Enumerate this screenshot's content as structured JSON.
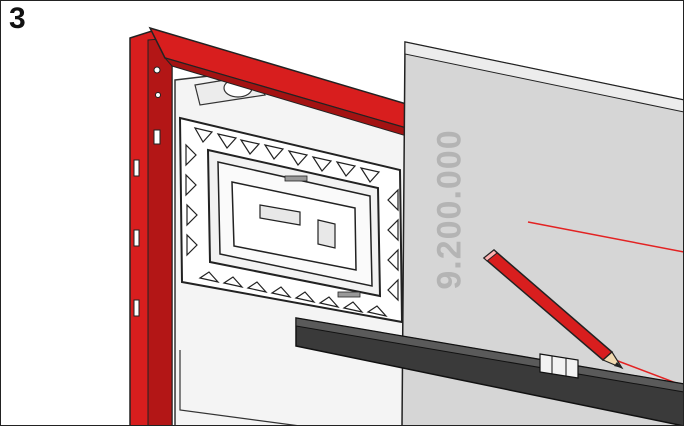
{
  "step": {
    "number": "3"
  },
  "panel": {
    "label": "9.200.000"
  },
  "colors": {
    "frame_red": "#d81e1e",
    "frame_red_dark": "#a31212",
    "panel_gray": "#d6d6d6",
    "level_dark": "#3a3a3a",
    "pencil_red": "#d81e1e",
    "marking_line": "#e32222"
  },
  "parts": {
    "frame": "red-mounting-frame",
    "plate": "flush-plate-template",
    "panel": "plasterboard-panel",
    "level": "spirit-level",
    "pencil": "marking-pencil",
    "line": "pencil-marking-line"
  }
}
